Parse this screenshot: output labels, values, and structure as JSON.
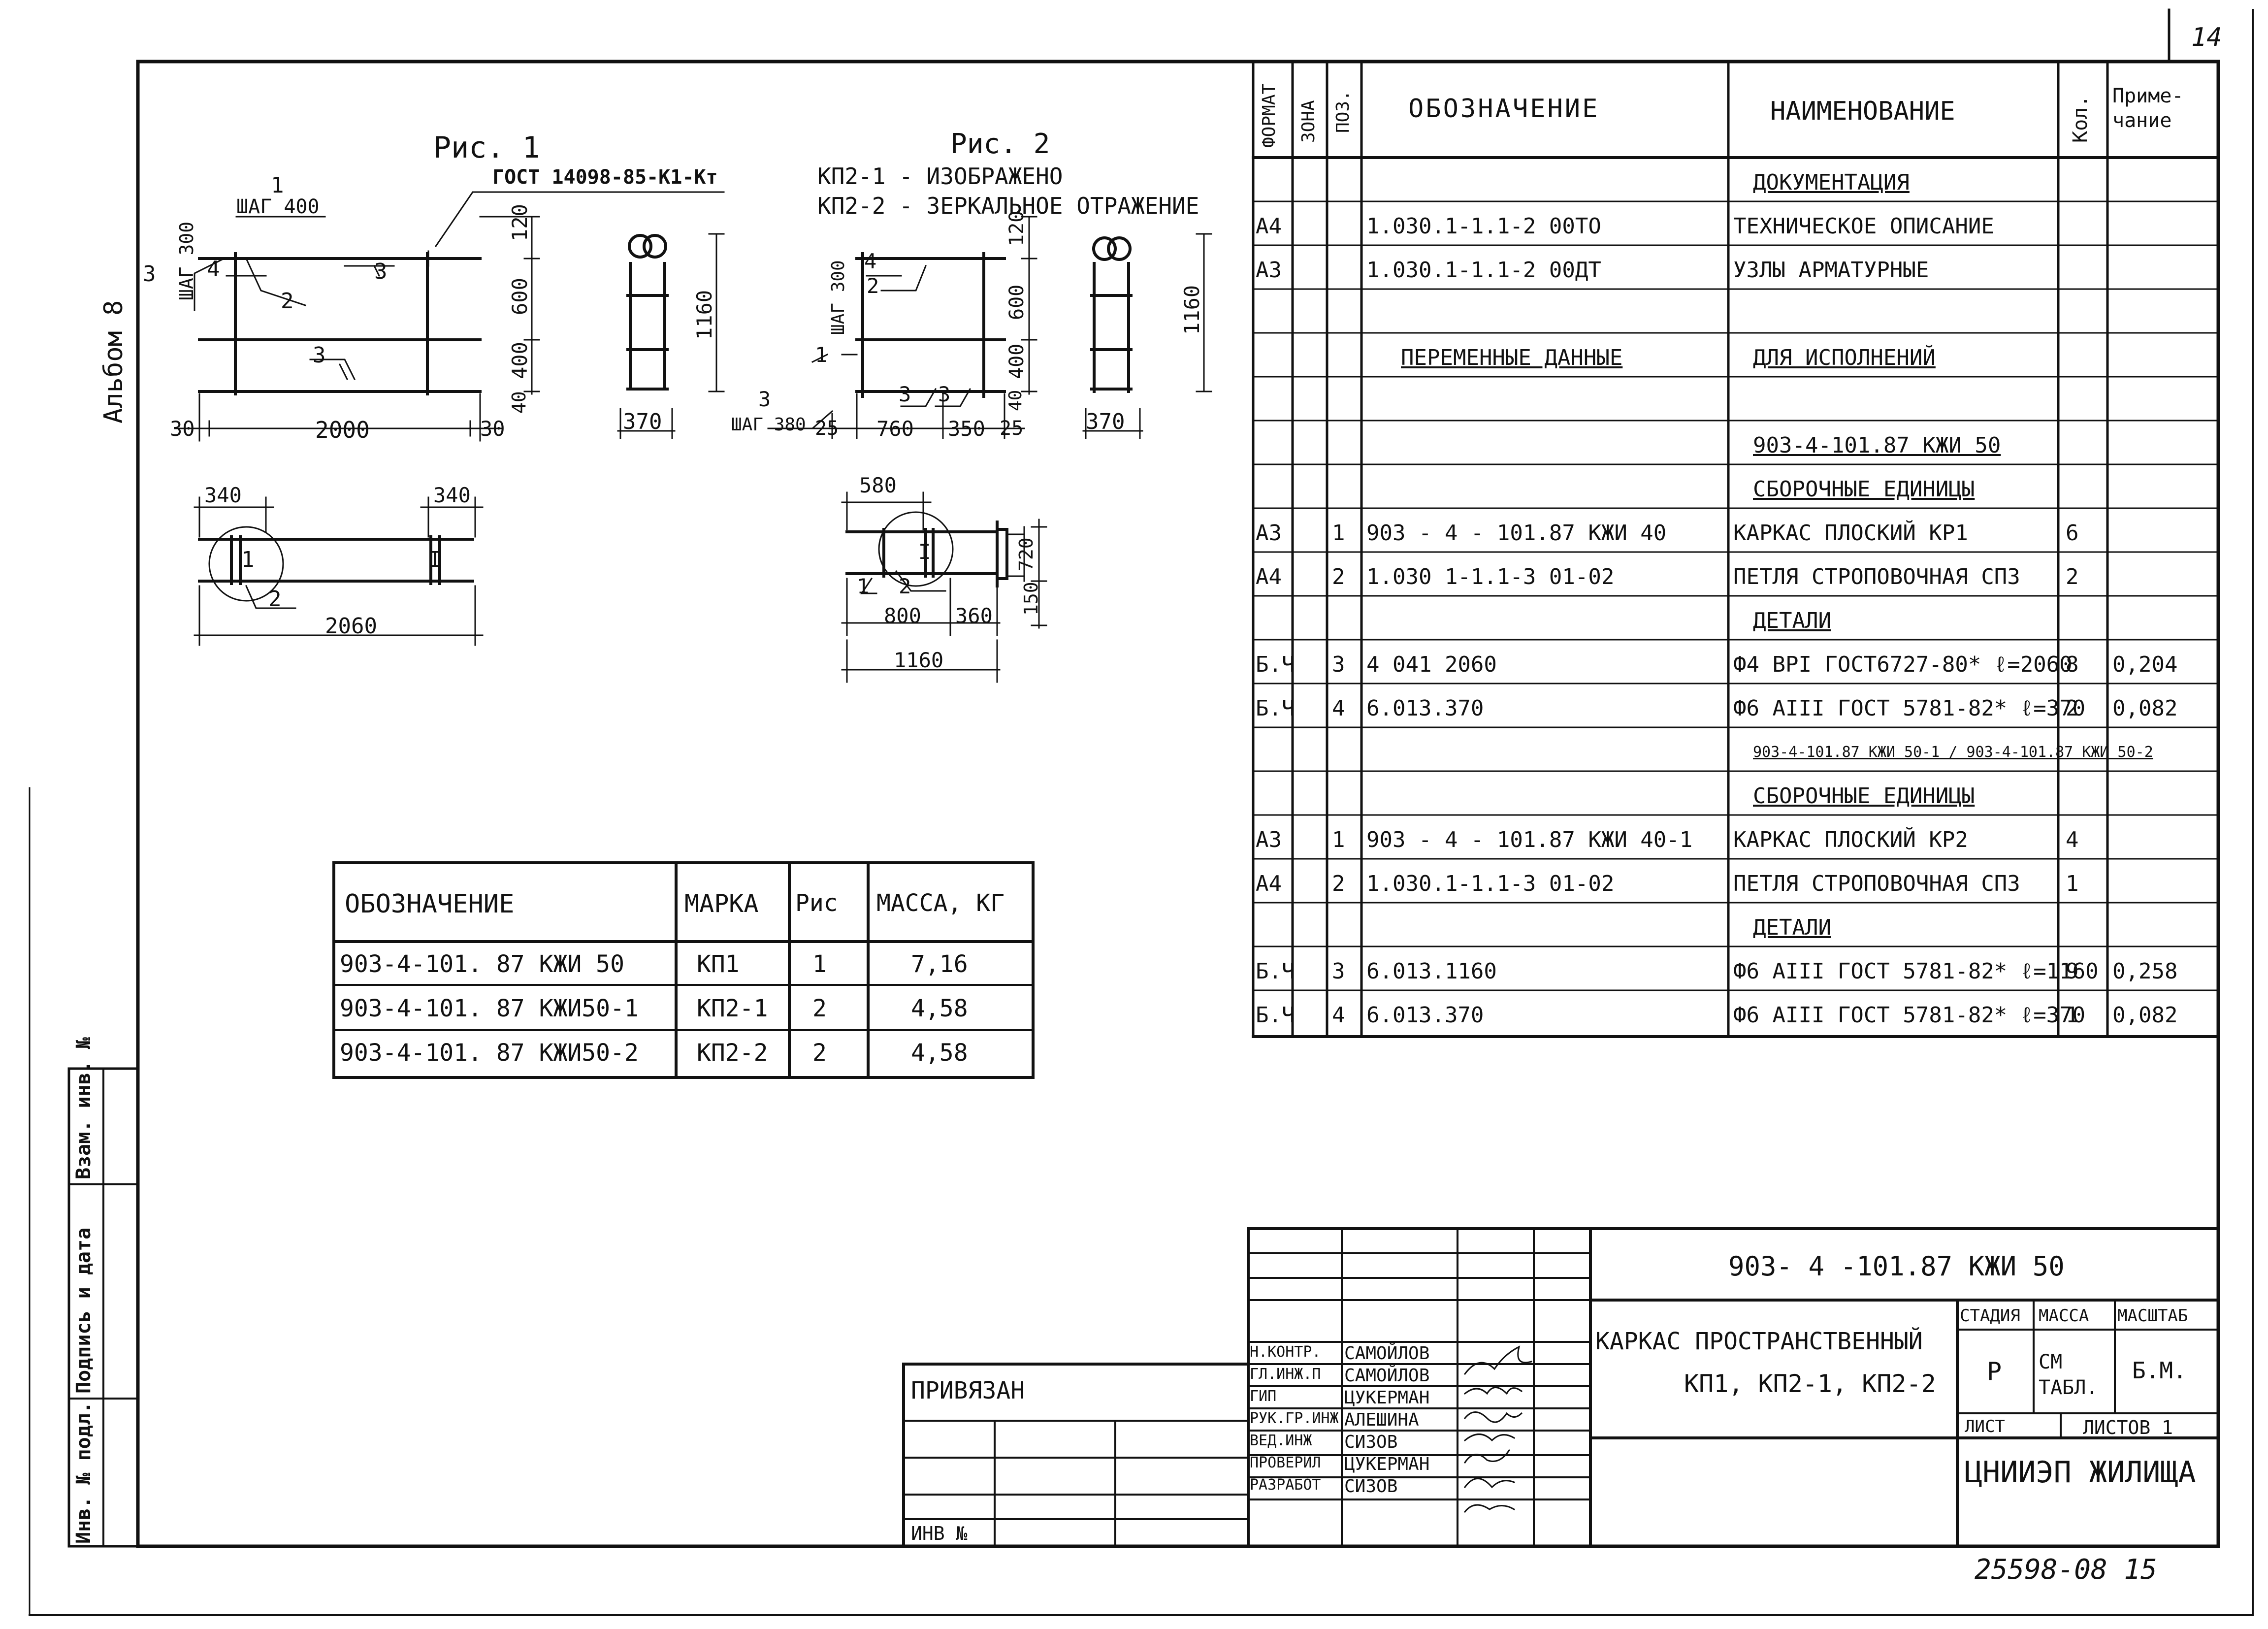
{
  "sheet_number": "14",
  "album": "Альбом 8",
  "bottom_code": "25598-08 15",
  "side_labels": [
    "Инв. № подл.",
    "Подпись и дата",
    "Взам. инв. №"
  ],
  "fig1": {
    "title": "Рис. 1",
    "gost": "ГОСТ 14098-85-К1-Кт",
    "step400": "ШАГ 400",
    "step300": "ШАГ 300",
    "dims": [
      "120",
      "600",
      "400",
      "40",
      "30",
      "2000",
      "30",
      "340",
      "340",
      "2060",
      "1160",
      "370"
    ],
    "callouts": [
      "1",
      "2",
      "3",
      "3",
      "4",
      "3",
      "1",
      "2"
    ]
  },
  "fig2": {
    "title": "Рис. 2",
    "line1": "КП2-1 - ИЗОБРАЖЕНО",
    "line2": "КП2-2 - ЗЕРКАЛЬНОЕ ОТРАЖЕНИЕ",
    "step300": "ШАГ 300",
    "step380": "ШАГ 380",
    "dims": [
      "120",
      "600",
      "400",
      "40",
      "25",
      "760",
      "350",
      "25",
      "1160",
      "370",
      "580",
      "720",
      "150",
      "800",
      "360",
      "1160"
    ],
    "callouts": [
      "4",
      "2",
      "1",
      "3",
      "3",
      "3",
      "1",
      "2",
      "1"
    ]
  },
  "spec": {
    "headers": [
      "ФОРМАТ",
      "ЗОНА",
      "ПОЗ.",
      "Обозначение",
      "Наименование",
      "Кол.",
      "Приме-чание"
    ],
    "rows": [
      [
        "",
        "",
        "",
        "",
        "Документация",
        "",
        ""
      ],
      [
        "А4",
        "",
        "",
        "1.030.1-1.1-2 00ТО",
        "Техническое описание",
        "",
        ""
      ],
      [
        "А3",
        "",
        "",
        "1.030.1-1.1-2 00ДТ",
        "Узлы арматурные",
        "",
        ""
      ],
      [
        "",
        "",
        "",
        "",
        "",
        "",
        ""
      ],
      [
        "",
        "",
        "",
        "Переменные данные",
        "для исполнений",
        "",
        ""
      ],
      [
        "",
        "",
        "",
        "",
        "",
        "",
        ""
      ],
      [
        "",
        "",
        "",
        "",
        "903-4-101.87 КЖИ 50",
        "",
        ""
      ],
      [
        "",
        "",
        "",
        "",
        "Сборочные единицы",
        "",
        ""
      ],
      [
        "А3",
        "",
        "1",
        "903 - 4 - 101.87        КЖИ 40",
        "Каркас плоский  КР1",
        "6",
        ""
      ],
      [
        "А4",
        "",
        "2",
        "1.030 1-1.1-3 01-02",
        "Петля строповочная СП3",
        "2",
        ""
      ],
      [
        "",
        "",
        "",
        "",
        "Детали",
        "",
        ""
      ],
      [
        "Б.Ч",
        "",
        "3",
        "4 041 2060",
        "Ф4 ВрI ГОСТ6727-80* ℓ=2060",
        "8",
        "0,204"
      ],
      [
        "Б.Ч",
        "",
        "4",
        "6.013.370",
        "Ф6 АIII ГОСТ 5781-82* ℓ=370",
        "2",
        "0,082"
      ],
      [
        "",
        "",
        "",
        "",
        "903-4-101.87 КЖИ 50-1 / 903-4-101.87 КЖИ 50-2",
        "",
        ""
      ],
      [
        "",
        "",
        "",
        "",
        "Сборочные единицы",
        "",
        ""
      ],
      [
        "А3",
        "",
        "1",
        "903 - 4 - 101.87      КЖИ 40-1",
        "Каркас плоский  КР2",
        "4",
        ""
      ],
      [
        "А4",
        "",
        "2",
        "1.030.1-1.1-3 01-02",
        "Петля строповочная СП3",
        "1",
        ""
      ],
      [
        "",
        "",
        "",
        "",
        "Детали",
        "",
        ""
      ],
      [
        "Б.Ч",
        "",
        "3",
        "6.013.1160",
        "Ф6 АIII ГОСТ 5781-82* ℓ=1160",
        "9",
        "0,258"
      ],
      [
        "Б.Ч",
        "",
        "4",
        "6.013.370",
        "Ф6 АIII ГОСТ 5781-82* ℓ=370",
        "1",
        "0,082"
      ]
    ]
  },
  "mass_table": {
    "headers": [
      "Обозначение",
      "Марка",
      "Рис",
      "Масса, кг"
    ],
    "rows": [
      [
        "903-4-101. 87 КЖИ 50",
        "КП1",
        "1",
        "7,16"
      ],
      [
        "903-4-101. 87 КЖИ50-1",
        "КП2-1",
        "2",
        "4,58"
      ],
      [
        "903-4-101. 87 КЖИ50-2",
        "КП2-2",
        "2",
        "4,58"
      ]
    ]
  },
  "title_block": {
    "doc_code": "903- 4 -101.87   КЖИ 50",
    "name_line1": "Каркас пространственный",
    "name_line2": "КП1, КП2-1, КП2-2",
    "stage_h": "Стадия",
    "mass_h": "Масса",
    "scale_h": "Масштаб",
    "stage": "Р",
    "mass": "СМ ТАБЛ.",
    "scale": "Б.М.",
    "sheet_h": "Лист",
    "sheets": "Листов 1",
    "org": "ЦНИИЭП жилища",
    "privyazan": "Привязан",
    "inv_no": "Инв №",
    "roles": [
      {
        "role": "Н.КОНТР.",
        "name": "САМОЙЛОВ"
      },
      {
        "role": "ГЛ.ИНЖ.П",
        "name": "САМОЙЛОВ"
      },
      {
        "role": "ГИП",
        "name": "ЦУКЕРМАН"
      },
      {
        "role": "РУК.ГР.ИНЖ",
        "name": "АЛЕШИНА"
      },
      {
        "role": "ВЕД.ИНЖ",
        "name": "СИЗОВ"
      },
      {
        "role": "ПРОВЕРИЛ",
        "name": "ЦУКЕРМАН"
      },
      {
        "role": "РАЗРАБОТ",
        "name": "СИЗОВ"
      }
    ]
  }
}
